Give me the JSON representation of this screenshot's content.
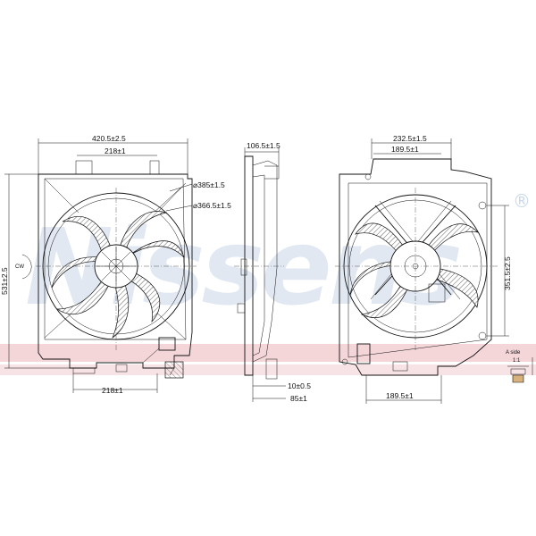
{
  "watermark": {
    "text": "Nissens",
    "registered": "®",
    "band_color": "#f4d6d9",
    "text_color": "#c9d7e8"
  },
  "front_view": {
    "width_top": "420.5±2.5",
    "inner_mount_top": "218±1",
    "height": "531±2.5",
    "rotation": "CW",
    "shroud_diameter": "⌀385±1.5",
    "fan_diameter": "⌀366.5±1.5",
    "inner_mount_bottom": "218±1"
  },
  "side_view": {
    "depth_total": "106.5±1.5",
    "lower_thickness": "10±0.5",
    "lower_depth": "85±1"
  },
  "rear_view": {
    "width_top": "232.5±1.5",
    "inner_mount_top": "189.5±1",
    "height_right": "351.5±2.5",
    "inner_mount_bottom": "189.5±1"
  },
  "detail": {
    "title": "A side",
    "scale": "1:1"
  }
}
